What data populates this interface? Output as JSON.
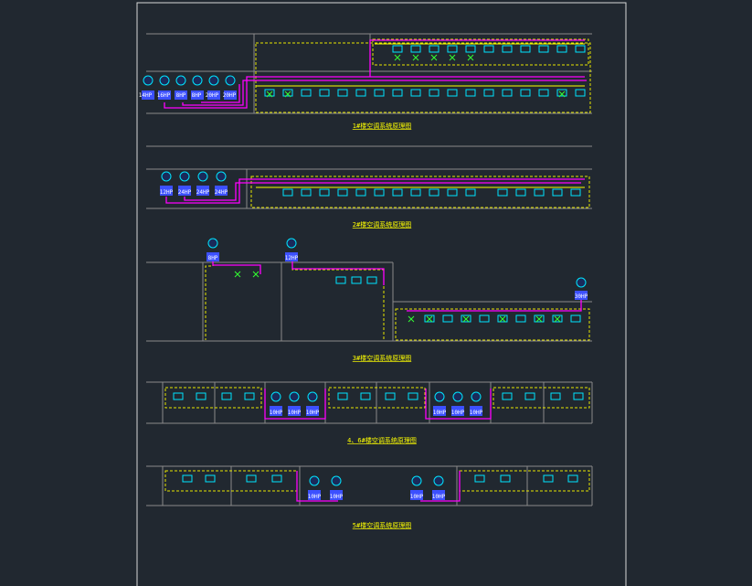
{
  "colors": {
    "background": "#212830",
    "frame": "#d8d8d8",
    "floor_line": "#8a8a8a",
    "dashed_yellow": "#e6e600",
    "pipe_magenta": "#ff00ff",
    "pipe_yellow": "#ffff00",
    "unit_cyan": "#00e5ff",
    "unit_green": "#33ff33",
    "outdoor_blue": "#3c50ff",
    "text_cyan": "#00ffff",
    "title_yellow": "#ffff00"
  },
  "sections": [
    {
      "title": "1#楼空调系统原理图",
      "hp_labels": [
        "14HP",
        "16HP",
        "8HP",
        "8HP",
        "20HP",
        "20HP"
      ]
    },
    {
      "title": "2#楼空调系统原理图",
      "hp_labels": [
        "12HP",
        "24HP",
        "24HP",
        "24HP"
      ]
    },
    {
      "title": "3#楼空调系统原理图",
      "hp_labels": [
        "8HP",
        "12HP",
        "30HP"
      ]
    },
    {
      "title": "4、6#楼空调系统原理图",
      "hp_labels": [
        "10HP",
        "10HP",
        "10HP",
        "10HP",
        "10HP",
        "10HP"
      ]
    },
    {
      "title": "5#楼空调系统原理图",
      "hp_labels": [
        "10HP",
        "10HP",
        "10HP",
        "10HP"
      ]
    }
  ]
}
